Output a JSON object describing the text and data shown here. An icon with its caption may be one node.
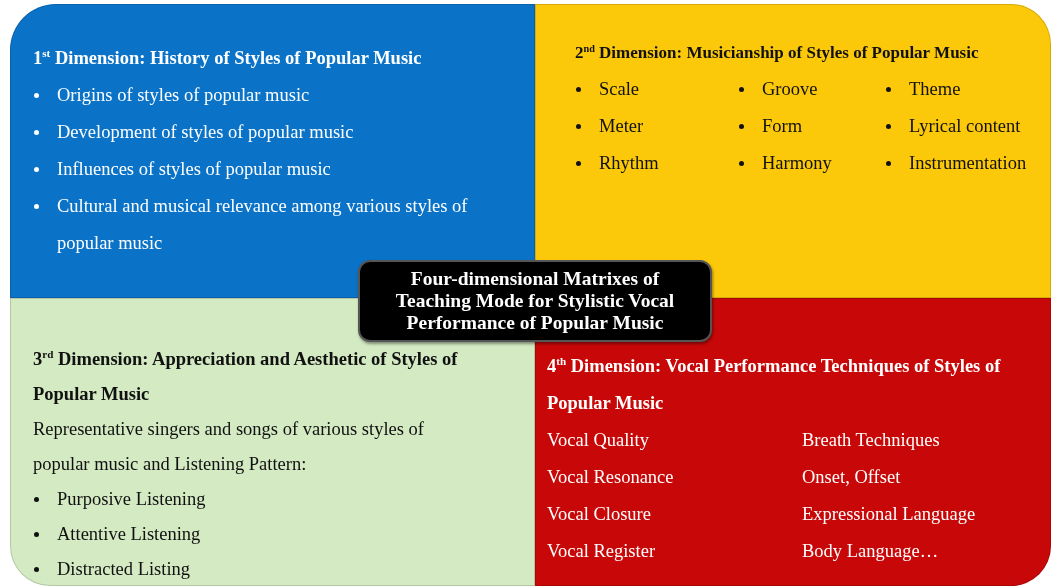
{
  "diagram": {
    "nodes": [
      {
        "text": [
          "1$^{st}$ Dimension: History of Styles of Popular Music",
          "Origins of styles of popular music",
          "Development of styles of popular music",
          "Influences of styles of popular music",
          "Cultural and musical relevance among various styles of popular music"
        ]
      },
      {
        "text": [
          "2$^{nd}$ Dimension: Musicianship of Styles of Popular Music",
          "Scale",
          "Groove",
          "Theme",
          "Meter",
          "Form",
          "Lyrical content",
          "Rhythm",
          "Harmony",
          "Instrumentation"
        ]
      },
      {
        "text": [
          "3$^{rd}$ Dimension: Appreciation and Aesthetic of Styles of Popular Music",
          "Representative singers and songs of various styles of popular music and Listening Pattern:",
          "Purposive Listening",
          "Attentive Listening",
          "Distracted Listing"
        ]
      },
      {
        "text": [
          "4$^{th}$ Dimension: Vocal Performance Techniques of Styles of Popular Music",
          "Vocal Quality",
          "Breath Techniques",
          "Vocal Resonance",
          "Onset, Offset",
          "Vocal Closure",
          "Expressional Language",
          "Vocal Register",
          "Body Language…"
        ]
      },
      {
        "text": [
          "Four-dimensional Matrixes of Teaching Mode for Stylistic Vocal Performance of Popular Music"
        ]
      }
    ]
  }
}
